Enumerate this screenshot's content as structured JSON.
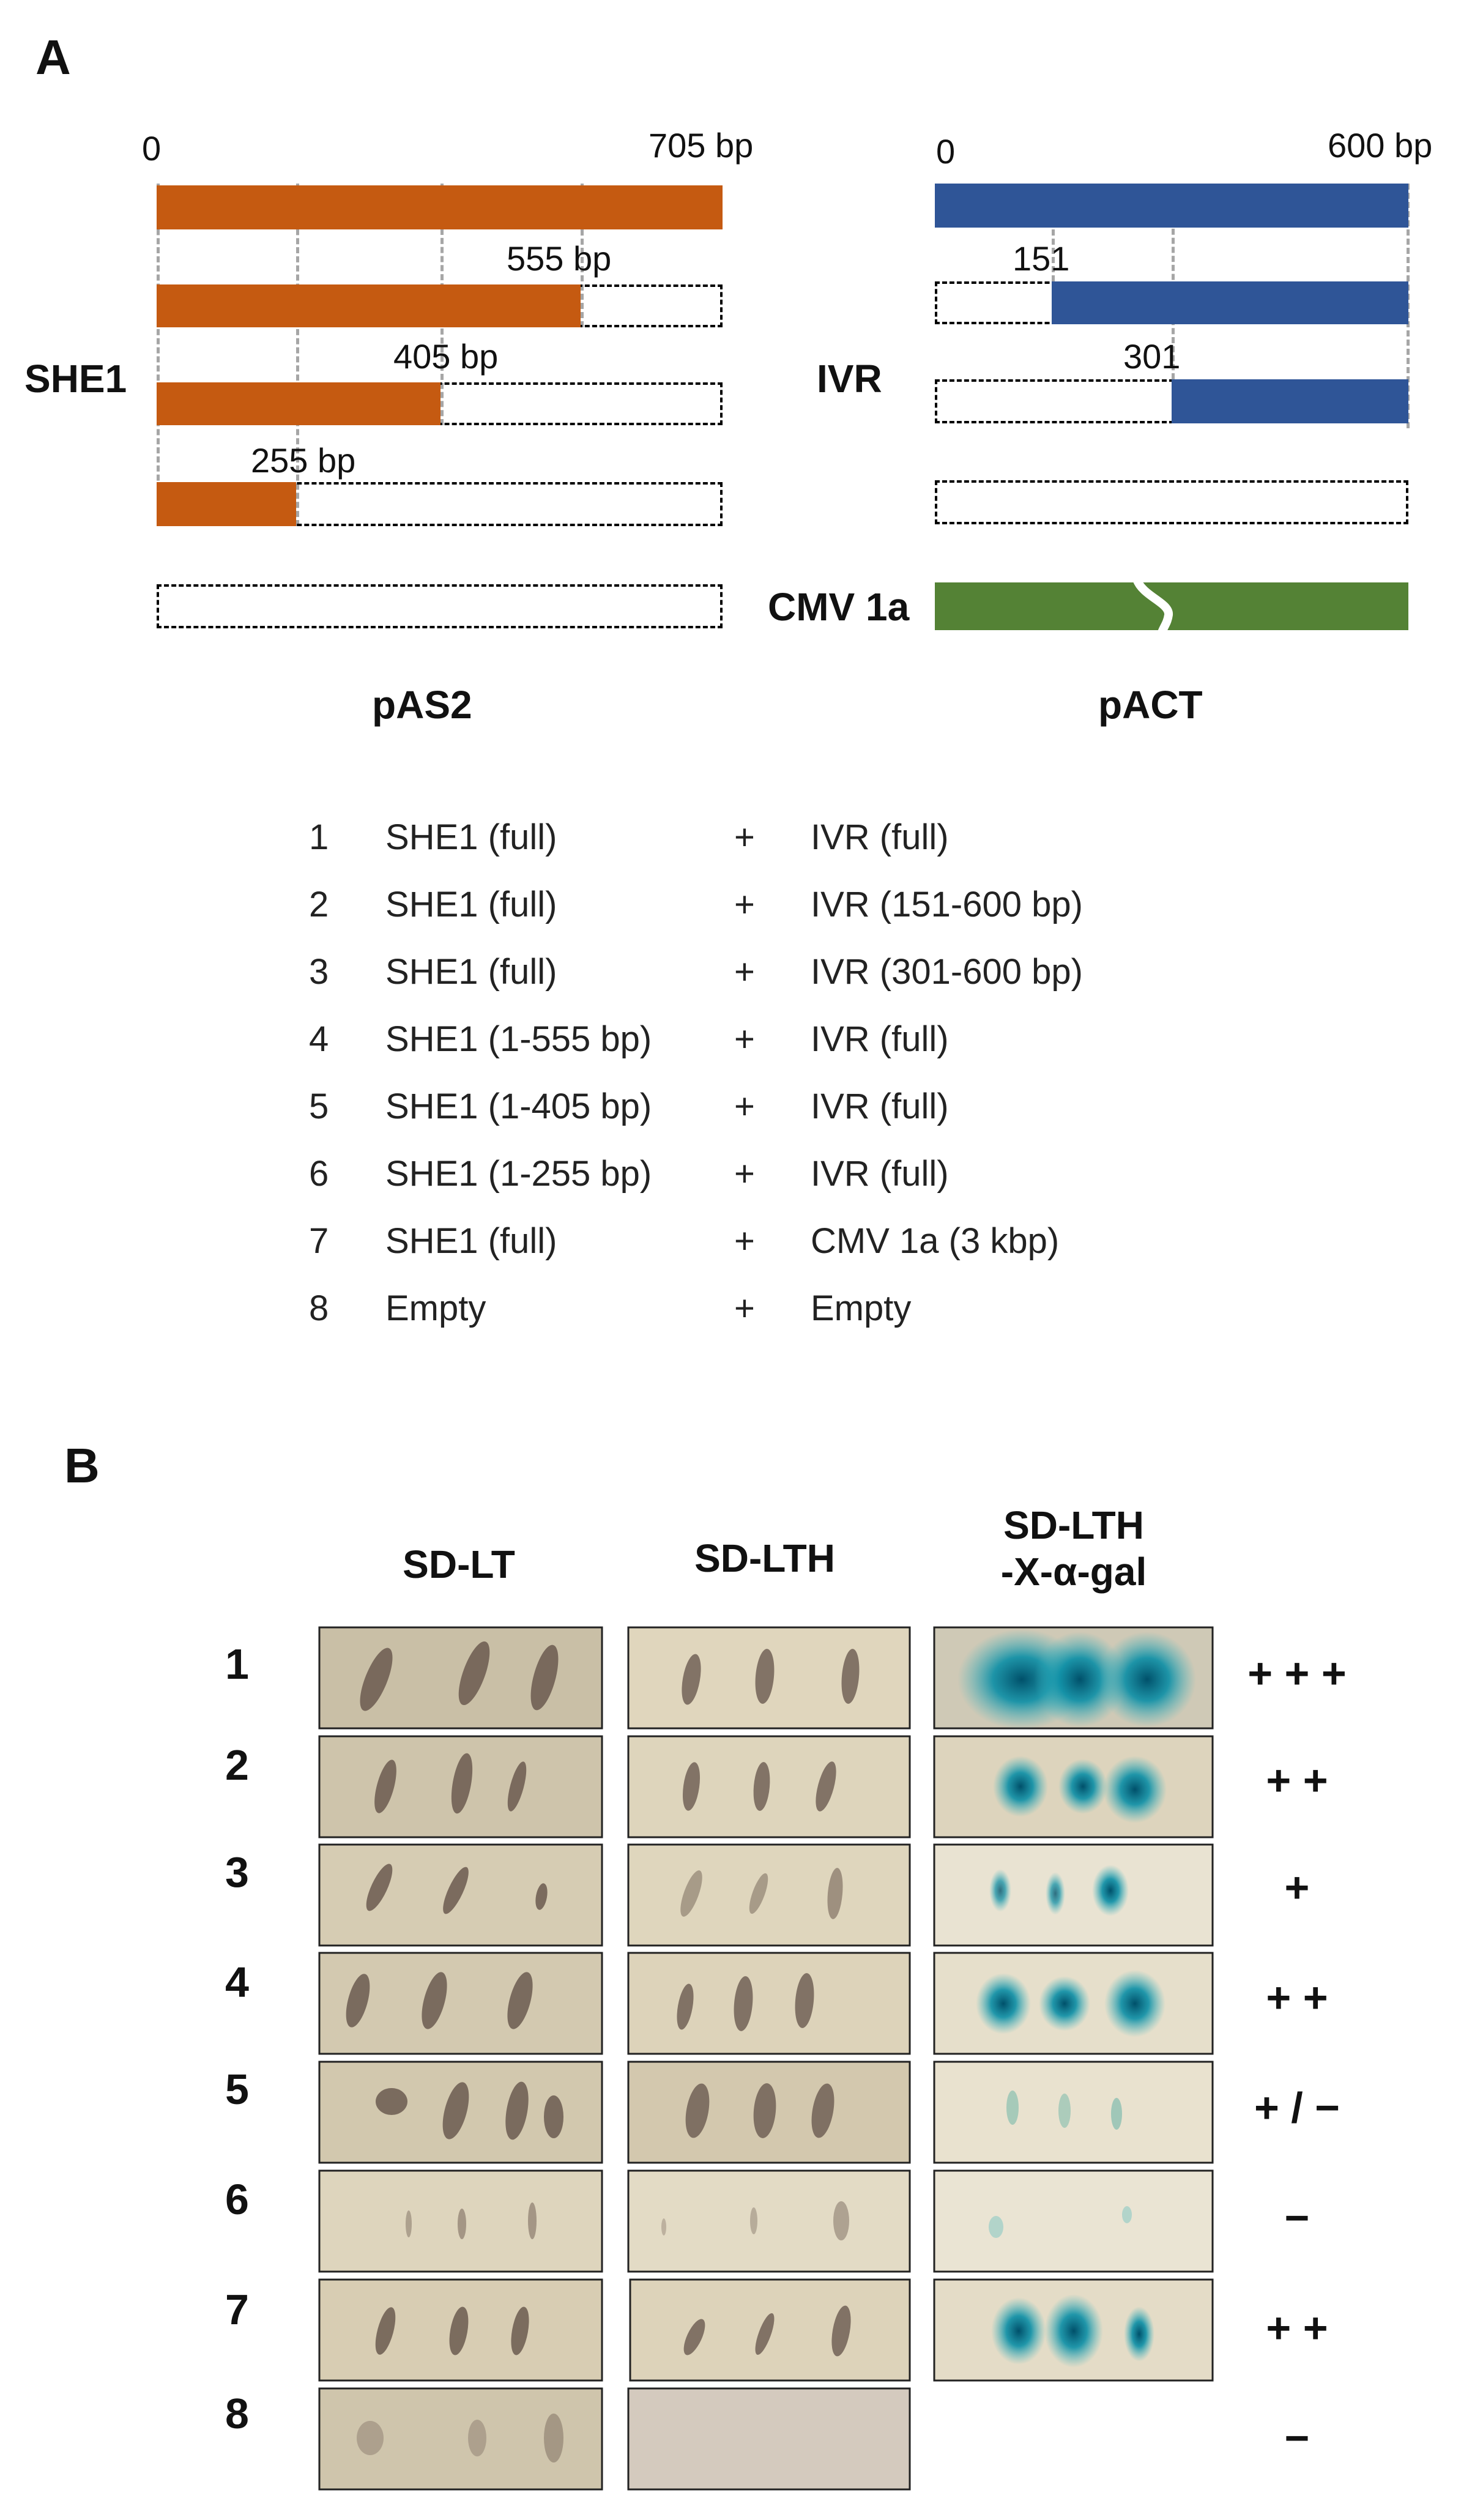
{
  "panel_a": {
    "letter": "A",
    "left": {
      "start_label": "0",
      "end_label": "705 bp",
      "construct_label": "SHE1",
      "vector_label": "pAS2",
      "truncations": [
        {
          "label": "555 bp"
        },
        {
          "label": "405 bp"
        },
        {
          "label": "255 bp"
        }
      ]
    },
    "right": {
      "start_label": "0",
      "end_label": "600 bp",
      "construct_label": "IVR",
      "vector_label": "pACT",
      "truncations": [
        {
          "label": "151"
        },
        {
          "label": "301"
        }
      ],
      "control_label": "CMV 1a"
    },
    "colors": {
      "she1": "#c55a11",
      "ivr": "#2f5597",
      "cmv": "#548235"
    },
    "combinations": [
      {
        "n": "1",
        "bait": "SHE1 (full)",
        "plus": "+",
        "prey": "IVR (full)"
      },
      {
        "n": "2",
        "bait": "SHE1 (full)",
        "plus": "+",
        "prey": "IVR (151-600 bp)"
      },
      {
        "n": "3",
        "bait": "SHE1 (full)",
        "plus": "+",
        "prey": "IVR (301-600 bp)"
      },
      {
        "n": "4",
        "bait": "SHE1 (1-555 bp)",
        "plus": "+",
        "prey": "IVR (full)"
      },
      {
        "n": "5",
        "bait": "SHE1 (1-405 bp)",
        "plus": "+",
        "prey": "IVR (full)"
      },
      {
        "n": "6",
        "bait": "SHE1 (1-255 bp)",
        "plus": "+",
        "prey": "IVR (full)"
      },
      {
        "n": "7",
        "bait": "SHE1 (full)",
        "plus": "+",
        "prey": "CMV 1a (3 kbp)"
      },
      {
        "n": "8",
        "bait": "Empty",
        "plus": "+",
        "prey": "Empty"
      }
    ]
  },
  "panel_b": {
    "letter": "B",
    "columns": [
      "SD-LT",
      "SD-LTH",
      "SD-LTH\n-X-α-gal"
    ],
    "rows": [
      {
        "n": "1",
        "score": "+ + +"
      },
      {
        "n": "2",
        "score": "+ +"
      },
      {
        "n": "3",
        "score": "+"
      },
      {
        "n": "4",
        "score": "+ +"
      },
      {
        "n": "5",
        "score": "+ / −"
      },
      {
        "n": "6",
        "score": "−"
      },
      {
        "n": "7",
        "score": "+ +"
      },
      {
        "n": "8",
        "score": "−"
      }
    ]
  }
}
